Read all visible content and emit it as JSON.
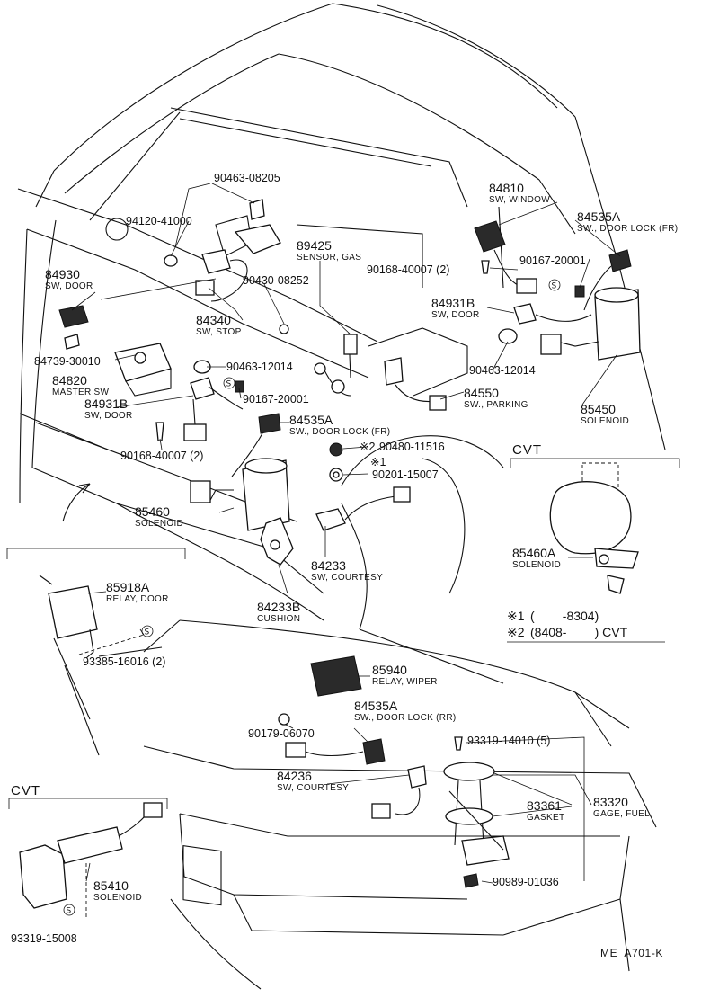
{
  "diagram_code": "ME  A701-K",
  "notes": {
    "note1_mark": "※1",
    "note1_text": "(        -8304)",
    "note2_mark": "※2",
    "note2_text": "(8408-        ) CVT"
  },
  "sections": {
    "cvt_right": "CVT",
    "cvt_bottom": "CVT"
  },
  "bolt_symbol": "S",
  "parts": [
    {
      "id": "p90463a",
      "number": "90463-08205",
      "name": ""
    },
    {
      "id": "p94120",
      "number": "94120-41000",
      "name": ""
    },
    {
      "id": "p84930",
      "number": "84930",
      "name": "SW, DOOR"
    },
    {
      "id": "p84739",
      "number": "84739-30010",
      "name": ""
    },
    {
      "id": "p84820",
      "number": "84820",
      "name": "MASTER SW"
    },
    {
      "id": "p84931b_l",
      "number": "84931B",
      "name": "SW, DOOR"
    },
    {
      "id": "p90168_l",
      "number": "90168-40007 (2)",
      "name": ""
    },
    {
      "id": "p84340",
      "number": "84340",
      "name": "SW, STOP"
    },
    {
      "id": "p90430",
      "number": "90430-08252",
      "name": ""
    },
    {
      "id": "p89425",
      "number": "89425",
      "name": "SENSOR, GAS"
    },
    {
      "id": "p90463b",
      "number": "90463-12014",
      "name": ""
    },
    {
      "id": "p90167_l",
      "number": "90167-20001",
      "name": ""
    },
    {
      "id": "p84535a_fl",
      "number": "84535A",
      "name": "SW., DOOR LOCK (FR)"
    },
    {
      "id": "p90480",
      "number": "90480-11516",
      "name": ""
    },
    {
      "id": "p90201",
      "number": "90201-15007",
      "name": ""
    },
    {
      "id": "p84810",
      "number": "84810",
      "name": "SW, WINDOW"
    },
    {
      "id": "p84535a_fr",
      "number": "84535A",
      "name": "SW., DOOR LOCK (FR)"
    },
    {
      "id": "p90168_r",
      "number": "90168-40007 (2)",
      "name": ""
    },
    {
      "id": "p90167_r",
      "number": "90167-20001",
      "name": ""
    },
    {
      "id": "p84931b_r",
      "number": "84931B",
      "name": "SW, DOOR"
    },
    {
      "id": "p90463c",
      "number": "90463-12014",
      "name": ""
    },
    {
      "id": "p84550",
      "number": "84550",
      "name": "SW., PARKING"
    },
    {
      "id": "p85450",
      "number": "85450",
      "name": "SOLENOID"
    },
    {
      "id": "p85460",
      "number": "85460",
      "name": "SOLENOID"
    },
    {
      "id": "p84233",
      "number": "84233",
      "name": "SW, COURTESY"
    },
    {
      "id": "p84233b",
      "number": "84233B",
      "name": "CUSHION"
    },
    {
      "id": "p85460a",
      "number": "85460A",
      "name": "SOLENOID"
    },
    {
      "id": "p85918a",
      "number": "85918A",
      "name": "RELAY, DOOR"
    },
    {
      "id": "p93385",
      "number": "93385-16016 (2)",
      "name": ""
    },
    {
      "id": "p85940",
      "number": "85940",
      "name": "RELAY, WIPER"
    },
    {
      "id": "p90179",
      "number": "90179-06070",
      "name": ""
    },
    {
      "id": "p84535a_rr",
      "number": "84535A",
      "name": "SW., DOOR LOCK (RR)"
    },
    {
      "id": "p93319a",
      "number": "93319-14010 (5)",
      "name": ""
    },
    {
      "id": "p84236",
      "number": "84236",
      "name": "SW, COURTESY"
    },
    {
      "id": "p83361",
      "number": "83361",
      "name": "GASKET"
    },
    {
      "id": "p83320",
      "number": "83320",
      "name": "GAGE, FUEL"
    },
    {
      "id": "p90989",
      "number": "90989-01036",
      "name": ""
    },
    {
      "id": "p85410",
      "number": "85410",
      "name": "SOLENOID"
    },
    {
      "id": "p93319b",
      "number": "93319-15008",
      "name": ""
    }
  ]
}
